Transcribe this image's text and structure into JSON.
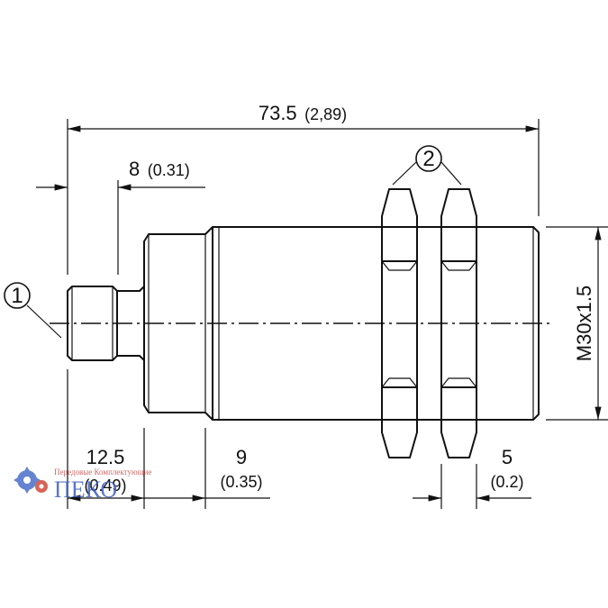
{
  "dimensions": {
    "overall_length": {
      "value": "73.5",
      "inch": "(2,89)"
    },
    "connector_length": {
      "value": "8",
      "inch": "(0.31)"
    },
    "front_length": {
      "value": "12.5",
      "inch": "(0.49)"
    },
    "unthreaded_length": {
      "value": "9",
      "inch": "(0.35)"
    },
    "nut_width": {
      "value": "5",
      "inch": "(0.2)"
    },
    "thread": "M30x1.5"
  },
  "callouts": [
    {
      "number": "1"
    },
    {
      "number": "2"
    }
  ],
  "watermark": {
    "text": "ПЕКО",
    "subtitle": "Передовые Комплектующие"
  }
}
